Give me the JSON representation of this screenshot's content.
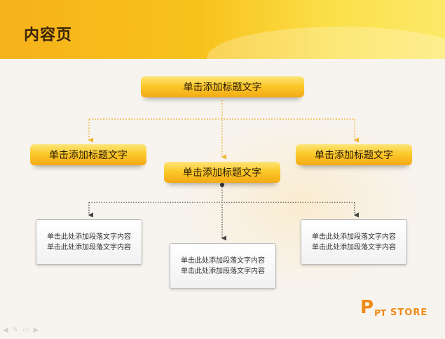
{
  "page": {
    "title": "内容页"
  },
  "top_node": {
    "label": "单击添加标题文字"
  },
  "middle_nodes": [
    {
      "label": "单击添加标题文字"
    },
    {
      "label": "单击添加标题文字"
    },
    {
      "label": "单击添加标题文字"
    }
  ],
  "paragraph_boxes": [
    {
      "line1": "单击此处添加段落文字内容",
      "line2": "单击此处添加段落文字内容"
    },
    {
      "line1": "单击此处添加段落文字内容",
      "line2": "单击此处添加段落文字内容"
    },
    {
      "line1": "单击此处添加段落文字内容",
      "line2": "单击此处添加段落文字内容"
    }
  ],
  "logo": {
    "p": "P",
    "pt": "PT",
    "store": "STORE"
  },
  "colors": {
    "accent": "#f8c21c",
    "connector_top": "#f2b233",
    "connector_bottom": "#444444",
    "logo": "#ef8a16"
  },
  "icons": [
    "left-arrow-icon",
    "pencil-icon",
    "slide-icon",
    "right-arrow-icon"
  ]
}
